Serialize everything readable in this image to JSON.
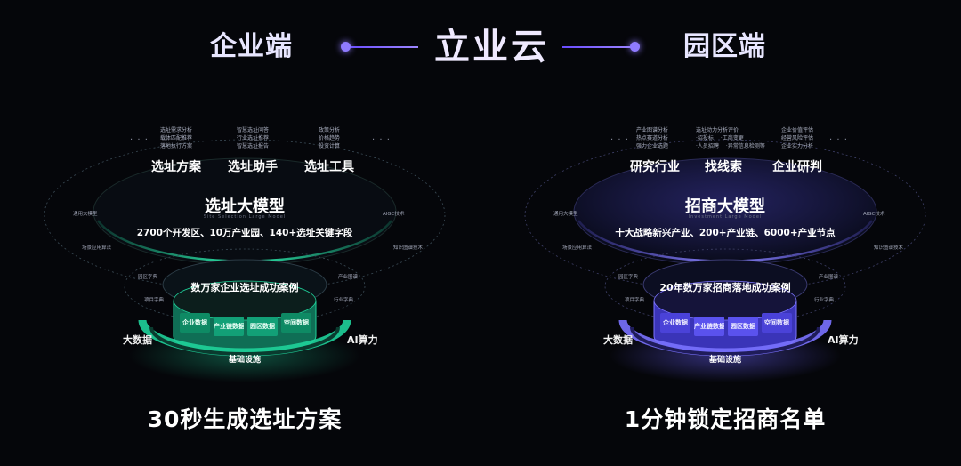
{
  "header": {
    "left": "企业端",
    "center": "立业云",
    "right": "园区端"
  },
  "colors": {
    "left_accent": "#1fd29a",
    "right_accent": "#6b62ff",
    "header_line": "#7a5cff"
  },
  "left": {
    "tools": [
      {
        "label": "选址方案",
        "items": [
          "选址需求分析",
          "载体匹配推荐",
          "落地执行方案"
        ]
      },
      {
        "label": "选址助手",
        "items": [
          "智慧选址问答",
          "行业选址推荐",
          "智慧选址报告"
        ]
      },
      {
        "label": "选址工具",
        "items": [
          "政策分析",
          "价格趋势",
          "投资计算"
        ]
      }
    ],
    "model_title": "选址大模型",
    "model_subtitle": "Site Selection Large Model",
    "model_desc": "2700个开发区、10万产业园、140+选址关键字段",
    "ring_labels": [
      "通用大模型",
      "场景应用算法",
      "AIGC技术",
      "知识图谱技术",
      "园区字典",
      "项目字典",
      "产业图谱",
      "行业字典"
    ],
    "cases": "数万家企业选址成功案例",
    "data_cards": [
      "企业数据",
      "产业链数据",
      "园区数据",
      "空间数据"
    ],
    "big_data": "大数据",
    "ai_compute": "AI算力",
    "infra": "基础设施",
    "slogan": "30秒生成选址方案"
  },
  "right": {
    "tools": [
      {
        "label": "研究行业",
        "items": [
          "产业图谱分析",
          "热点赛道分析",
          "强力企业选题"
        ]
      },
      {
        "label": "找线索",
        "items": [
          "选址动力分析评价",
          "·招投标",
          "·人员招聘",
          "·工商变更",
          "·异常信息检测等"
        ]
      },
      {
        "label": "企业研判",
        "items": [
          "企业价值评估",
          "经营风险评估",
          "企业实力分析"
        ]
      }
    ],
    "model_title": "招商大模型",
    "model_subtitle": "Investment Large Model",
    "model_desc": "十大战略新兴产业、200+产业链、6000+产业节点",
    "ring_labels": [
      "通用大模型",
      "场景应用算法",
      "AIGC技术",
      "知识图谱技术",
      "园区字典",
      "项目字典",
      "产业图谱",
      "行业字典"
    ],
    "cases": "20年数万家招商落地成功案例",
    "data_cards": [
      "企业数据",
      "产业链数据",
      "园区数据",
      "空间数据"
    ],
    "big_data": "大数据",
    "ai_compute": "AI算力",
    "infra": "基础设施",
    "slogan": "1分钟锁定招商名单"
  },
  "dots": "· · ·"
}
